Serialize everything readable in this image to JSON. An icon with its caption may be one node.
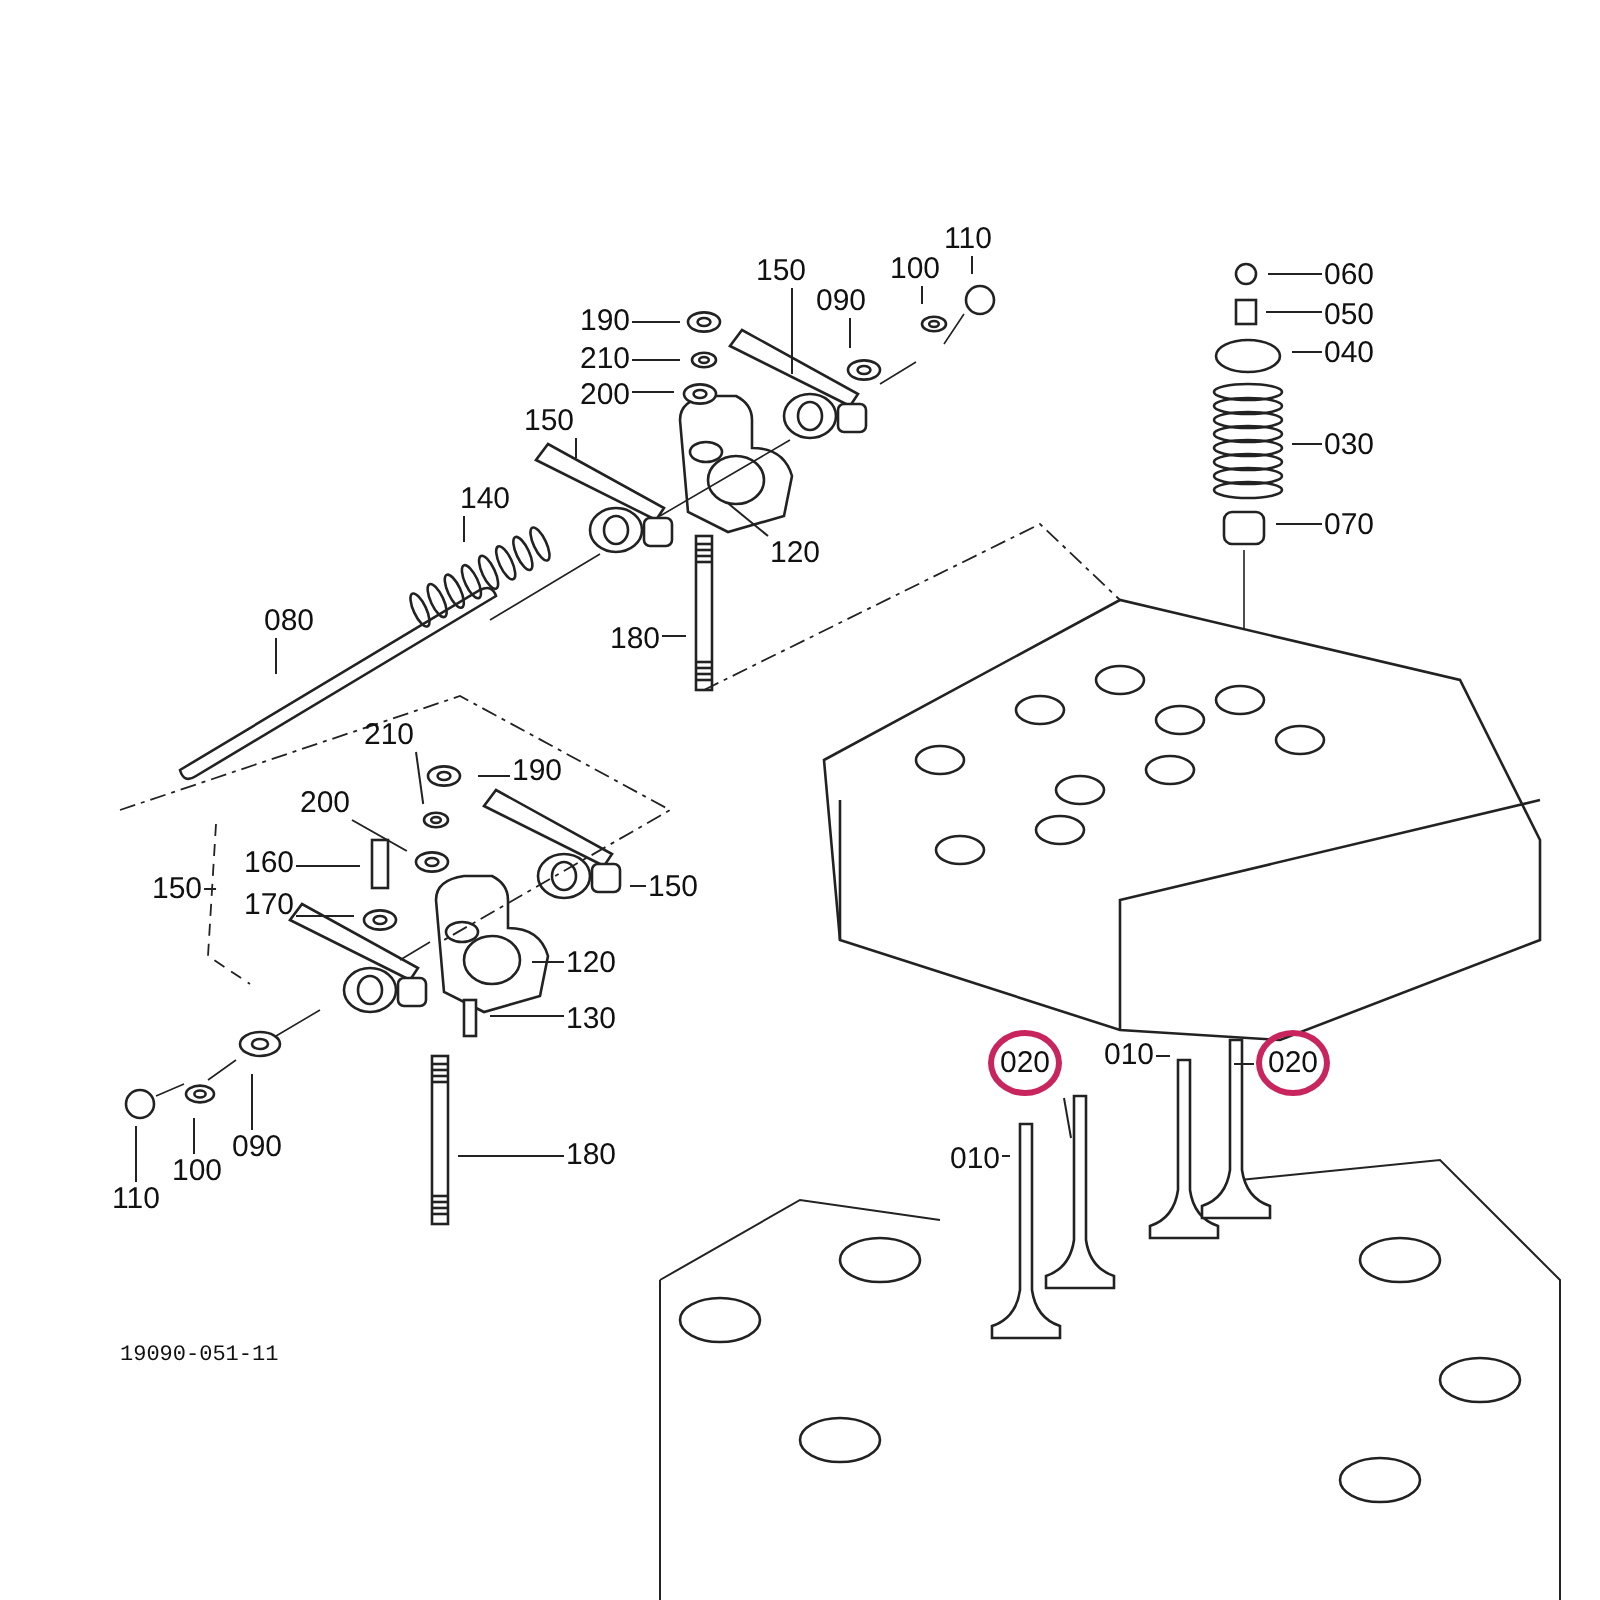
{
  "diagram": {
    "nodes": [
      {
        "text": [
          "190"
        ]
      },
      {
        "text": [
          "210"
        ]
      },
      {
        "text": [
          "200"
        ]
      },
      {
        "text": [
          "150"
        ]
      },
      {
        "text": [
          "090"
        ]
      },
      {
        "text": [
          "100"
        ]
      },
      {
        "text": [
          "110"
        ]
      },
      {
        "text": [
          "150"
        ]
      },
      {
        "text": [
          "140"
        ]
      },
      {
        "text": [
          "120"
        ]
      },
      {
        "text": [
          "180"
        ]
      },
      {
        "text": [
          "080"
        ]
      },
      {
        "text": [
          "060"
        ]
      },
      {
        "text": [
          "050"
        ]
      },
      {
        "text": [
          "040"
        ]
      },
      {
        "text": [
          "030"
        ]
      },
      {
        "text": [
          "070"
        ]
      },
      {
        "text": [
          "210"
        ]
      },
      {
        "text": [
          "190"
        ]
      },
      {
        "text": [
          "200"
        ]
      },
      {
        "text": [
          "160"
        ]
      },
      {
        "text": [
          "150"
        ]
      },
      {
        "text": [
          "170"
        ]
      },
      {
        "text": [
          "150"
        ]
      },
      {
        "text": [
          "120"
        ]
      },
      {
        "text": [
          "130"
        ]
      },
      {
        "text": [
          "110"
        ]
      },
      {
        "text": [
          "100"
        ]
      },
      {
        "text": [
          "090"
        ]
      },
      {
        "text": [
          "180"
        ]
      },
      {
        "text": [
          "020"
        ]
      },
      {
        "text": [
          "020"
        ]
      },
      {
        "text": [
          "010"
        ]
      },
      {
        "text": [
          "010"
        ]
      }
    ],
    "edges": [
      {
        "from": 0,
        "to": null,
        "arrow": "none"
      },
      {
        "from": 1,
        "to": null,
        "arrow": "none"
      },
      {
        "from": 2,
        "to": null,
        "arrow": "none"
      },
      {
        "from": 3,
        "to": null,
        "arrow": "none"
      },
      {
        "from": 4,
        "to": null,
        "arrow": "none"
      },
      {
        "from": 5,
        "to": null,
        "arrow": "none"
      },
      {
        "from": 6,
        "to": null,
        "arrow": "none"
      },
      {
        "from": 7,
        "to": null,
        "arrow": "none"
      },
      {
        "from": 8,
        "to": null,
        "arrow": "none"
      },
      {
        "from": 9,
        "to": null,
        "arrow": "none"
      },
      {
        "from": 10,
        "to": null,
        "arrow": "none"
      },
      {
        "from": 11,
        "to": null,
        "arrow": "none"
      },
      {
        "from": 12,
        "to": null,
        "arrow": "none"
      },
      {
        "from": 13,
        "to": null,
        "arrow": "none"
      },
      {
        "from": 14,
        "to": null,
        "arrow": "none"
      },
      {
        "from": 15,
        "to": null,
        "arrow": "none"
      },
      {
        "from": 16,
        "to": null,
        "arrow": "none"
      },
      {
        "from": 17,
        "to": null,
        "arrow": "none"
      },
      {
        "from": 18,
        "to": null,
        "arrow": "none"
      },
      {
        "from": 19,
        "to": null,
        "arrow": "none"
      },
      {
        "from": 20,
        "to": null,
        "arrow": "none"
      },
      {
        "from": 21,
        "to": null,
        "arrow": "none"
      },
      {
        "from": 22,
        "to": null,
        "arrow": "none"
      },
      {
        "from": 23,
        "to": null,
        "arrow": "none"
      },
      {
        "from": 24,
        "to": null,
        "arrow": "none"
      },
      {
        "from": 25,
        "to": null,
        "arrow": "none"
      },
      {
        "from": 26,
        "to": null,
        "arrow": "none"
      },
      {
        "from": 27,
        "to": null,
        "arrow": "none"
      },
      {
        "from": 28,
        "to": null,
        "arrow": "none"
      },
      {
        "from": 29,
        "to": null,
        "arrow": "none"
      },
      {
        "from": 30,
        "to": null,
        "arrow": "none"
      },
      {
        "from": 31,
        "to": null,
        "arrow": "none"
      },
      {
        "from": 32,
        "to": null,
        "arrow": "none"
      },
      {
        "from": 33,
        "to": null,
        "arrow": "none"
      }
    ],
    "labels": [
      "19090-051-11"
    ]
  }
}
